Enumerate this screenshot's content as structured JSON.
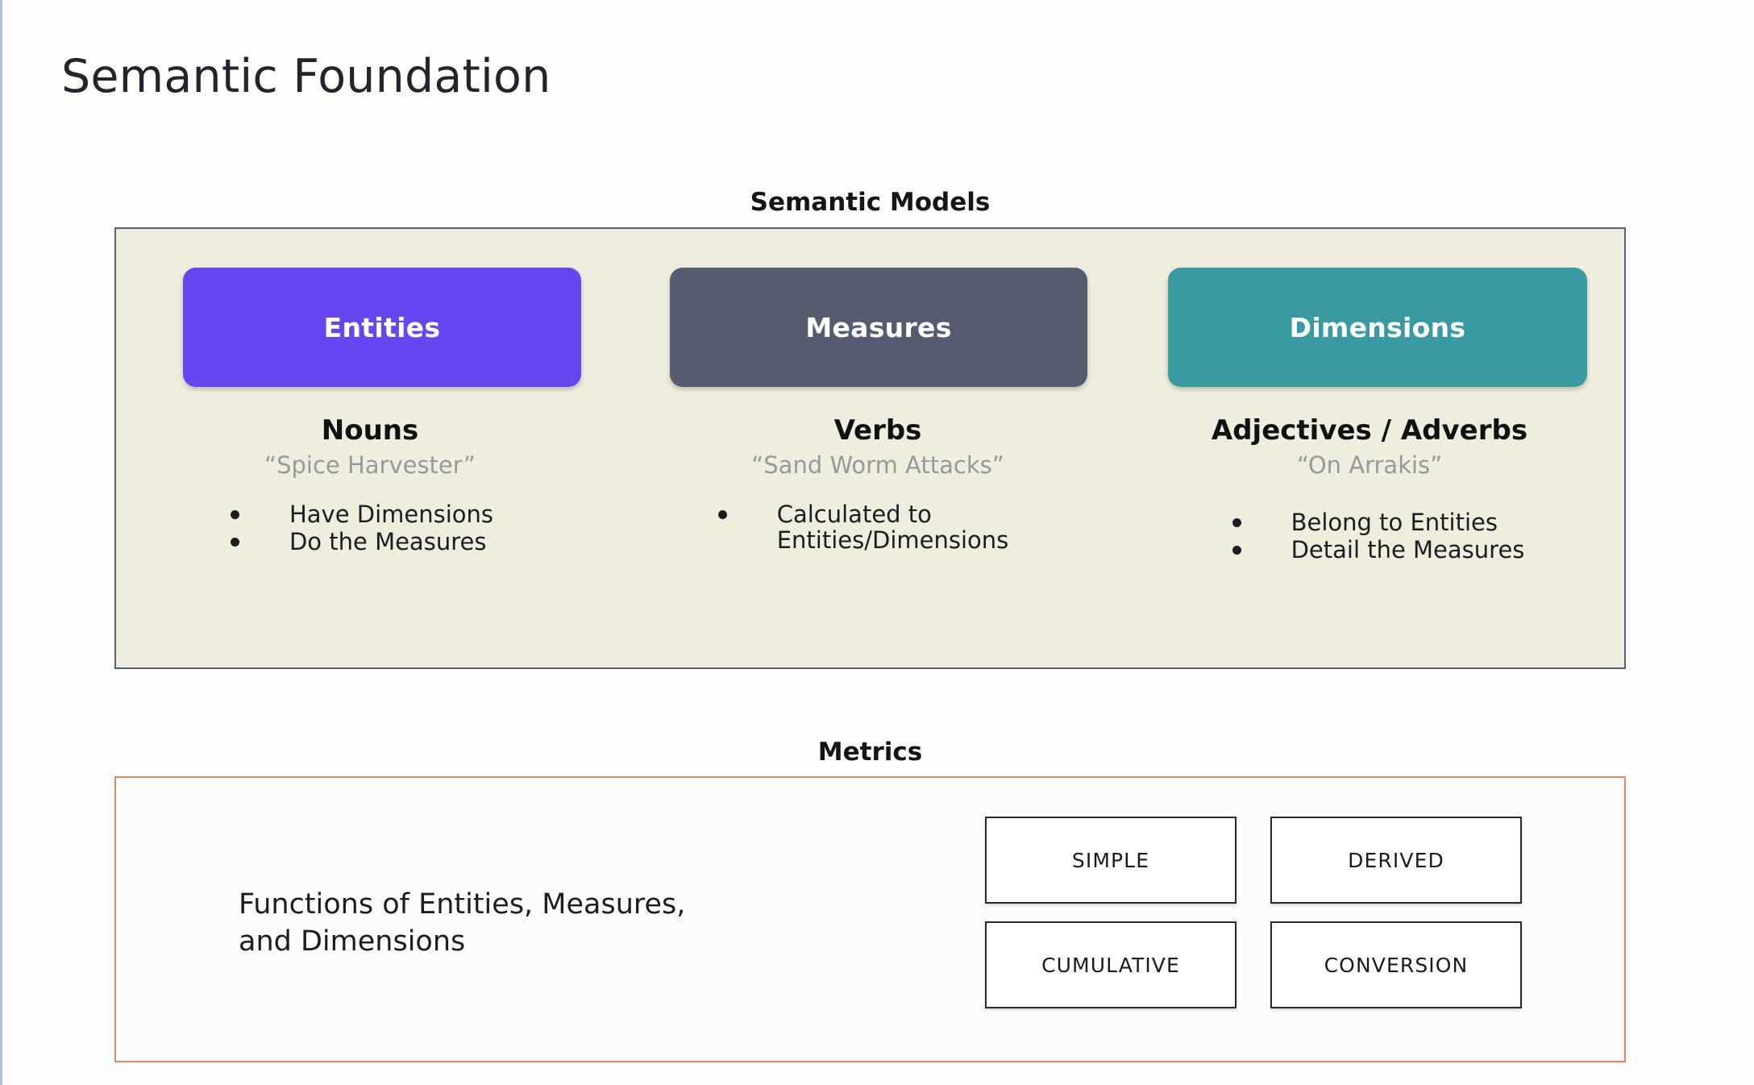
{
  "page": {
    "title": "Semantic Foundation"
  },
  "semantic_models": {
    "heading": "Semantic Models",
    "panel_bg": "#EFEDDE",
    "panel_border": "#5B6070",
    "columns": [
      {
        "card_label": "Entities",
        "card_color": "#6745F0",
        "part_of_speech": "Nouns",
        "example": "“Spice Harvester”",
        "bullets": [
          "Have Dimensions",
          "Do the Measures"
        ]
      },
      {
        "card_label": "Measures",
        "card_color": "#555C70",
        "part_of_speech": "Verbs",
        "example": "“Sand Worm Attacks”",
        "bullets": [
          "Calculated to\nEntities/Dimensions"
        ]
      },
      {
        "card_label": "Dimensions",
        "card_color": "#399AA2",
        "part_of_speech": "Adjectives / Adverbs",
        "example": "“On Arrakis”",
        "bullets": [
          "Belong to Entities",
          "Detail the Measures"
        ]
      }
    ]
  },
  "metrics": {
    "heading": "Metrics",
    "panel_border": "#E0866A",
    "description": "Functions of Entities, Measures,\nand Dimensions",
    "types": [
      "SIMPLE",
      "DERIVED",
      "CUMULATIVE",
      "CONVERSION"
    ]
  }
}
